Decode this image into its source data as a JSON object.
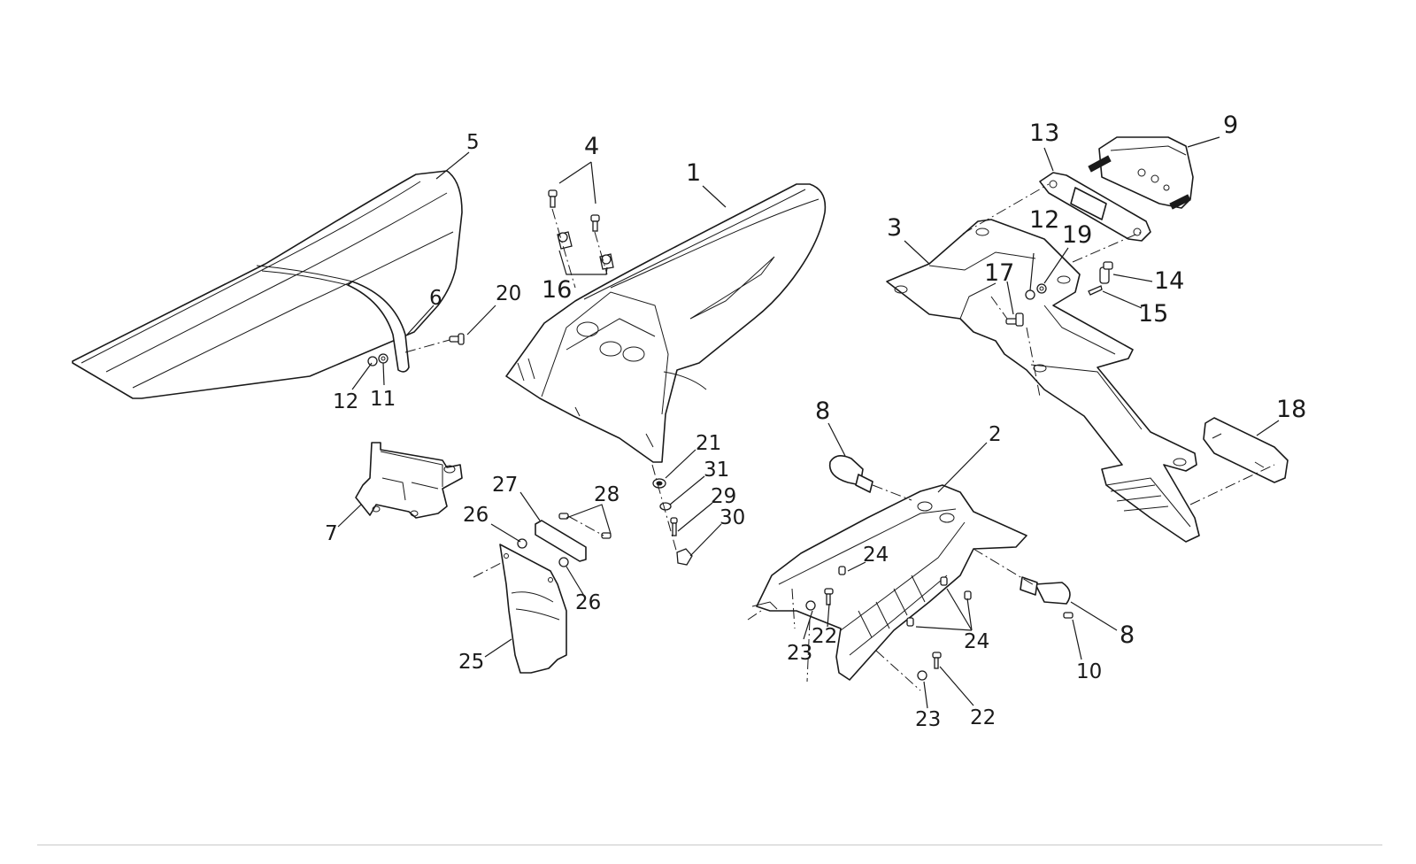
{
  "callouts": {
    "c1": "1",
    "c2": "2",
    "c3": "3",
    "c4": "4",
    "c5": "5",
    "c6": "6",
    "c7": "7",
    "c8a": "8",
    "c8b": "8",
    "c9": "9",
    "c10": "10",
    "c11": "11",
    "c12a": "12",
    "c12b": "12",
    "c13": "13",
    "c14": "14",
    "c15": "15",
    "c16": "16",
    "c17": "17",
    "c18": "18",
    "c19": "19",
    "c20": "20",
    "c21": "21",
    "c22a": "22",
    "c22b": "22",
    "c23a": "23",
    "c23b": "23",
    "c24a": "24",
    "c24b": "24",
    "c25": "25",
    "c26a": "26",
    "c26b": "26",
    "c27": "27",
    "c28": "28",
    "c29": "29",
    "c30": "30",
    "c31": "31"
  }
}
